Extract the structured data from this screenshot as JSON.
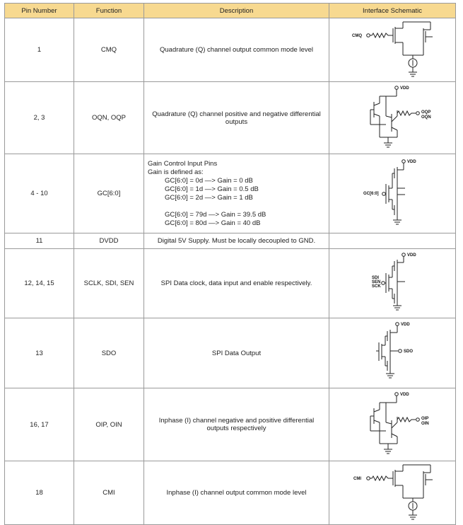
{
  "table": {
    "headers": [
      "Pin Number",
      "Function",
      "Description",
      "Interface Schematic"
    ],
    "rows": [
      {
        "pin": "1",
        "function": "CMQ",
        "description": "Quadrature (Q) channel output common mode level",
        "schematic": {
          "type": "cm-output",
          "labels": [
            "CMQ"
          ]
        }
      },
      {
        "pin": "2, 3",
        "function": "OQN, OQP",
        "description": "Quadrature (Q) channel positive and negative differential outputs",
        "schematic": {
          "type": "diff-output",
          "labels": [
            "VDD",
            "OQP",
            "OQN"
          ]
        }
      },
      {
        "pin": "4 - 10",
        "function": "GC[6:0]",
        "description_lines": [
          "Gain Control Input Pins",
          "Gain is defined as:",
          "GC[6:0] = 0d —> Gain = 0 dB",
          "GC[6:0] = 1d —> Gain = 0.5 dB",
          "GC[6:0] = 2d —> Gain = 1 dB",
          "GC[6:0] = 79d —> Gain = 39.5 dB",
          "GC[6:0] = 80d —> Gain = 40 dB"
        ],
        "schematic": {
          "type": "cmos-input",
          "labels": [
            "VDD",
            "GC[6:0]"
          ]
        }
      },
      {
        "pin": "11",
        "function": "DVDD",
        "description": "Digital 5V Supply. Must be locally decoupled to GND.",
        "schematic": null
      },
      {
        "pin": "12, 14, 15",
        "function": "SCLK, SDI, SEN",
        "description": "SPI Data clock, data input and enable respectively.",
        "schematic": {
          "type": "cmos-input",
          "labels": [
            "VDD",
            "SDI",
            "SEN",
            "SCK"
          ]
        }
      },
      {
        "pin": "13",
        "function": "SDO",
        "description": "SPI Data Output",
        "schematic": {
          "type": "cmos-output",
          "labels": [
            "VDD",
            "SDO"
          ]
        }
      },
      {
        "pin": "16, 17",
        "function": "OIP, OIN",
        "description": "Inphase (I) channel negative and positive differential outputs respectively",
        "schematic": {
          "type": "diff-output",
          "labels": [
            "VDD",
            "OIP",
            "OIN"
          ]
        }
      },
      {
        "pin": "18",
        "function": "CMI",
        "description": "Inphase (I) channel output common mode level",
        "schematic": {
          "type": "cm-output",
          "labels": [
            "CMI"
          ]
        }
      }
    ]
  }
}
